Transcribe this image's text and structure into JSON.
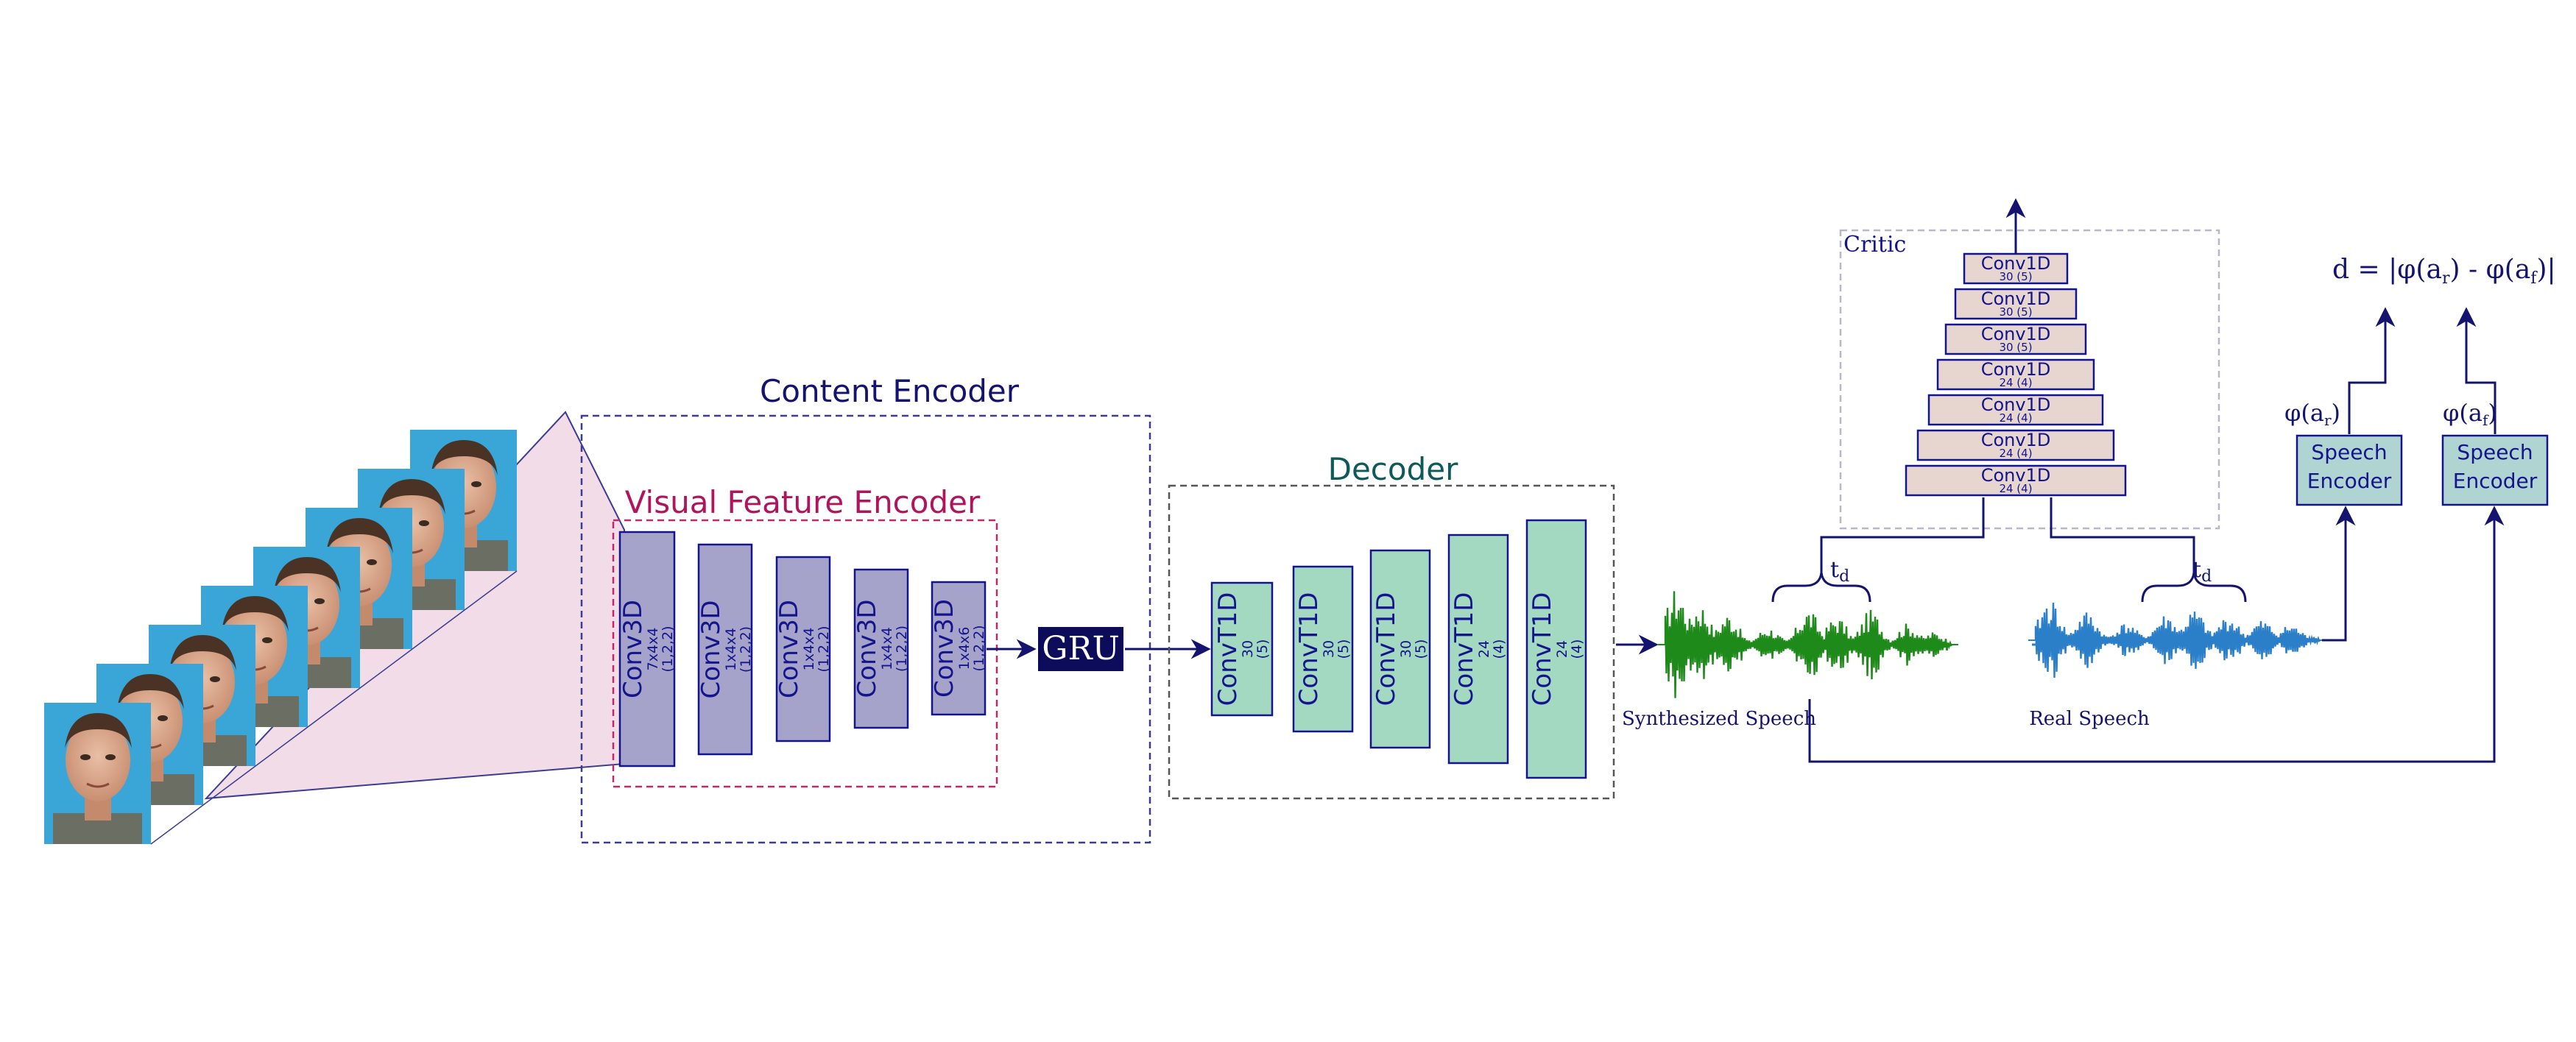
{
  "colors": {
    "navy": "#14146e",
    "content_border": "#3c3c90",
    "visual_border": "#c0286a",
    "visual_fill": "#f1dce8",
    "encoder_block": "#a6a3cb",
    "decoder_block": "#a2d9c0",
    "critic_block": "#e7d6d0",
    "speech_block": "#b0d4d2",
    "synth_wave": "#1e8a1a",
    "real_wave": "#2a7fc8",
    "visual_title": "#b0145c",
    "decoder_title": "#0e5a58"
  },
  "content_encoder": {
    "title": "Content Encoder"
  },
  "visual_feature_encoder": {
    "title": "Visual Feature Encoder",
    "blocks": [
      {
        "name": "Conv3D",
        "kernel": "7x4x4",
        "stride": "(1,2,2)"
      },
      {
        "name": "Conv3D",
        "kernel": "1x4x4",
        "stride": "(1,2,2)"
      },
      {
        "name": "Conv3D",
        "kernel": "1x4x4",
        "stride": "(1,2,2)"
      },
      {
        "name": "Conv3D",
        "kernel": "1x4x4",
        "stride": "(1,2,2)"
      },
      {
        "name": "Conv3D",
        "kernel": "1x4x6",
        "stride": "(1,2,2)"
      }
    ]
  },
  "gru": {
    "label": "GRU"
  },
  "decoder": {
    "title": "Decoder",
    "blocks": [
      {
        "name": "ConvT1D",
        "kernel": "30",
        "stride": "(5)"
      },
      {
        "name": "ConvT1D",
        "kernel": "30",
        "stride": "(5)"
      },
      {
        "name": "ConvT1D",
        "kernel": "30",
        "stride": "(5)"
      },
      {
        "name": "ConvT1D",
        "kernel": "24",
        "stride": "(4)"
      },
      {
        "name": "ConvT1D",
        "kernel": "24",
        "stride": "(4)"
      }
    ]
  },
  "critic": {
    "title": "Critic",
    "blocks": [
      {
        "name": "Conv1D",
        "params": "30 (5)"
      },
      {
        "name": "Conv1D",
        "params": "30 (5)"
      },
      {
        "name": "Conv1D",
        "params": "30 (5)"
      },
      {
        "name": "Conv1D",
        "params": "24 (4)"
      },
      {
        "name": "Conv1D",
        "params": "24 (4)"
      },
      {
        "name": "Conv1D",
        "params": "24 (4)"
      },
      {
        "name": "Conv1D",
        "params": "24 (4)"
      }
    ]
  },
  "waves": {
    "synth_label": "Synthesized Speech",
    "real_label": "Real Speech",
    "window_label": "t",
    "window_sub": "d"
  },
  "speech_encoder": {
    "line1": "Speech",
    "line2": "Encoder"
  },
  "phi": {
    "left": "φ(a",
    "left_sub": "r",
    "right": "φ(a",
    "right_sub": "f",
    "close": ")"
  },
  "distance": {
    "prefix": "d = |φ(a",
    "sub1": "r",
    "mid": ") - φ(a",
    "sub2": "f",
    "suffix": ")|"
  },
  "face_frames": 8
}
